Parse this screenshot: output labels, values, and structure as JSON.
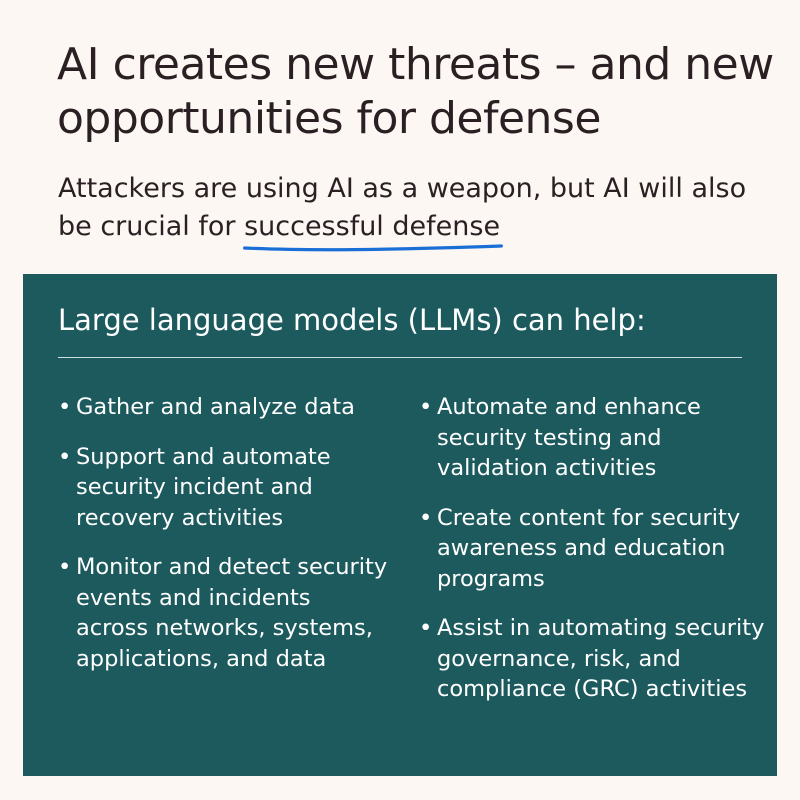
{
  "headline": "AI creates new threats – and new opportunities for defense",
  "subhead": {
    "text": "Attackers are using AI as a weapon, but AI will also be crucial for ",
    "highlight": "successful defense",
    "highlight_color": "#1a6fd6"
  },
  "panel": {
    "background": "#1c5a5e",
    "title": "Large language models (LLMs) can help:",
    "left_items": [
      "Gather and analyze data",
      "Support and automate security incident and recovery activities",
      "Monitor and detect security events and incidents across networks, systems, applications, and data"
    ],
    "right_items": [
      "Automate and enhance security testing and validation activities",
      "Create content for security awareness and education programs",
      "Assist in automating security governance, risk, and compliance (GRC) activities"
    ]
  }
}
